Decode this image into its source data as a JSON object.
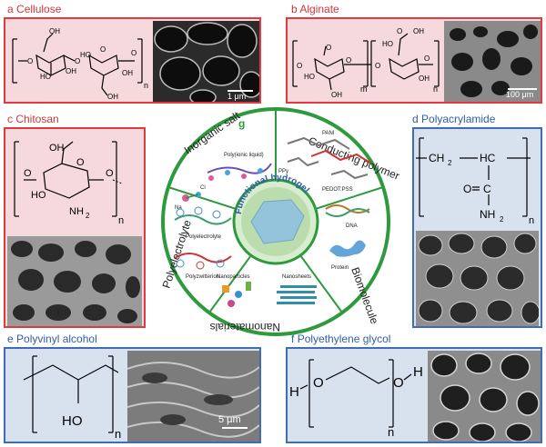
{
  "panels": {
    "a": {
      "letter": "a",
      "title": "Cellulose",
      "scale": "1 μm",
      "subscript": "n"
    },
    "b": {
      "letter": "b",
      "title": "Alginate",
      "scale": "100 μm",
      "sub_m": "m",
      "sub_n": "n"
    },
    "c": {
      "letter": "c",
      "title": "Chitosan",
      "sub_n": "n",
      "nh2": "NH",
      "nh2_sub": "2",
      "ho": "HO"
    },
    "d": {
      "letter": "d",
      "title": "Polyacrylamide",
      "ch2": "CH",
      "ch2_sub": "2",
      "hc": "HC",
      "c": "C",
      "o": "O",
      "nh2": "NH",
      "nh2_sub": "2",
      "sub_n": "n"
    },
    "e": {
      "letter": "e",
      "title": "Polyvinyl alcohol",
      "ho": "HO",
      "sub_n": "n",
      "scale": "5 μm"
    },
    "f": {
      "letter": "f",
      "title": "Polyethylene glycol",
      "h": "H",
      "o": "O",
      "sub_n": "n"
    }
  },
  "center": {
    "letter": "g",
    "core_label": "Functional hydrogel",
    "sectors": [
      "Conducting polymer",
      "Biomolecule",
      "Nanomaterials",
      "Polyelectrolyte",
      "Inorganic salt"
    ],
    "items": {
      "pani": "PANI",
      "ppy": "PPy",
      "pedot": "PEDOT:PSS",
      "dna": "DNA",
      "protein": "Protein",
      "nanoparticles": "Nanoparticles",
      "nanosheets": "Nanosheets",
      "polyelectrolyte": "Polyelectrolyte",
      "polyzwitterion": "Polyzwitterion",
      "poly_ionic_liquid": "Poly(ionic liquid)",
      "na": "Na",
      "cl": "Cl"
    }
  }
}
